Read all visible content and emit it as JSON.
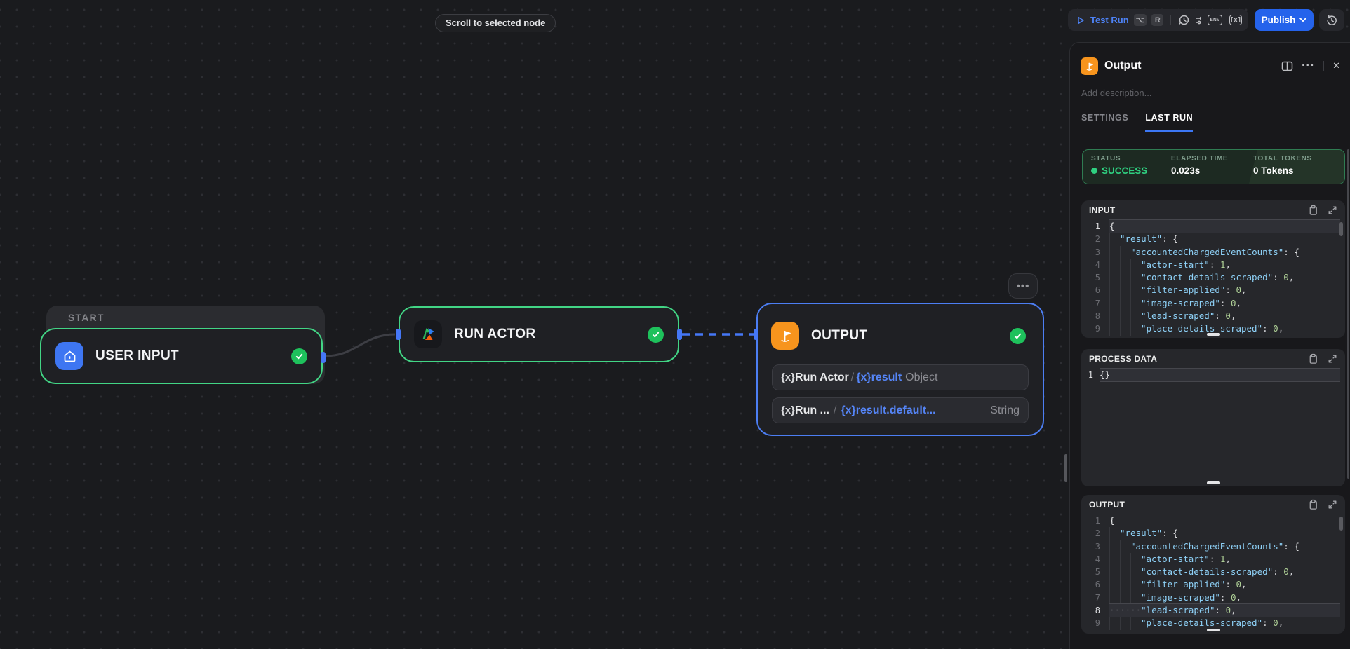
{
  "tooltip": {
    "label": "Scroll to selected node"
  },
  "toolbar": {
    "test_run_label": "Test Run",
    "shortcut_option": "⌥",
    "shortcut_key": "R",
    "env_label": "ENV",
    "fx_label": "[x]",
    "publish_label": "Publish"
  },
  "canvas": {
    "start_label": "START",
    "user_input_title": "USER INPUT",
    "run_actor_title": "RUN ACTOR",
    "output_title": "OUTPUT",
    "more_label": "•••",
    "mappings": [
      {
        "fx": "{x}",
        "source": "Run Actor",
        "sep": "/",
        "fx2": "{x}",
        "variable": "result",
        "type": "Object"
      },
      {
        "fx": "{x}",
        "source": "Run ...",
        "sep": "/",
        "fx2": "{x}",
        "variable": "result.default...",
        "type": "String"
      }
    ]
  },
  "panel": {
    "title": "Output",
    "description_placeholder": "Add description...",
    "tab_settings": "SETTINGS",
    "tab_last_run": "LAST RUN",
    "status": {
      "status_label": "STATUS",
      "status_value": "SUCCESS",
      "elapsed_label": "ELAPSED TIME",
      "elapsed_value": "0.023s",
      "tokens_label": "TOTAL TOKENS",
      "tokens_value": "0 Tokens"
    }
  },
  "code": {
    "input": {
      "title": "INPUT",
      "active_line": 1,
      "lines": [
        {
          "ind": 0,
          "t": [
            [
              "g1",
              "{"
            ]
          ]
        },
        {
          "ind": 1,
          "t": [
            [
              "tk",
              "\"result\""
            ],
            [
              "tw",
              ": "
            ],
            [
              "g2",
              "{"
            ]
          ]
        },
        {
          "ind": 2,
          "t": [
            [
              "tk",
              "\"accountedChargedEventCounts\""
            ],
            [
              "tw",
              ": "
            ],
            [
              "g3",
              "{"
            ]
          ]
        },
        {
          "ind": 3,
          "t": [
            [
              "tk",
              "\"actor-start\""
            ],
            [
              "tw",
              ": "
            ],
            [
              "tn",
              "1"
            ],
            [
              "tw",
              ","
            ]
          ]
        },
        {
          "ind": 3,
          "t": [
            [
              "tk",
              "\"contact-details-scraped\""
            ],
            [
              "tw",
              ": "
            ],
            [
              "tn",
              "0"
            ],
            [
              "tw",
              ","
            ]
          ]
        },
        {
          "ind": 3,
          "t": [
            [
              "tk",
              "\"filter-applied\""
            ],
            [
              "tw",
              ": "
            ],
            [
              "tn",
              "0"
            ],
            [
              "tw",
              ","
            ]
          ]
        },
        {
          "ind": 3,
          "t": [
            [
              "tk",
              "\"image-scraped\""
            ],
            [
              "tw",
              ": "
            ],
            [
              "tn",
              "0"
            ],
            [
              "tw",
              ","
            ]
          ]
        },
        {
          "ind": 3,
          "t": [
            [
              "tk",
              "\"lead-scraped\""
            ],
            [
              "tw",
              ": "
            ],
            [
              "tn",
              "0"
            ],
            [
              "tw",
              ","
            ]
          ]
        },
        {
          "ind": 3,
          "t": [
            [
              "tk",
              "\"place-details-scraped\""
            ],
            [
              "tw",
              ": "
            ],
            [
              "tn",
              "0"
            ],
            [
              "tw",
              ","
            ]
          ]
        }
      ]
    },
    "process": {
      "title": "PROCESS DATA",
      "active_line": 1,
      "lines": [
        {
          "ind": 0,
          "t": [
            [
              "g1",
              "{}"
            ]
          ]
        }
      ]
    },
    "output": {
      "title": "OUTPUT",
      "active_line": 8,
      "lines": [
        {
          "ind": 0,
          "t": [
            [
              "g1",
              "{"
            ]
          ]
        },
        {
          "ind": 1,
          "t": [
            [
              "tk",
              "\"result\""
            ],
            [
              "tw",
              ": "
            ],
            [
              "g2",
              "{"
            ]
          ]
        },
        {
          "ind": 2,
          "t": [
            [
              "tk",
              "\"accountedChargedEventCounts\""
            ],
            [
              "tw",
              ": "
            ],
            [
              "g3",
              "{"
            ]
          ]
        },
        {
          "ind": 3,
          "t": [
            [
              "tk",
              "\"actor-start\""
            ],
            [
              "tw",
              ": "
            ],
            [
              "tn",
              "1"
            ],
            [
              "tw",
              ","
            ]
          ]
        },
        {
          "ind": 3,
          "t": [
            [
              "tk",
              "\"contact-details-scraped\""
            ],
            [
              "tw",
              ": "
            ],
            [
              "tn",
              "0"
            ],
            [
              "tw",
              ","
            ]
          ]
        },
        {
          "ind": 3,
          "t": [
            [
              "tk",
              "\"filter-applied\""
            ],
            [
              "tw",
              ": "
            ],
            [
              "tn",
              "0"
            ],
            [
              "tw",
              ","
            ]
          ]
        },
        {
          "ind": 3,
          "t": [
            [
              "tk",
              "\"image-scraped\""
            ],
            [
              "tw",
              ": "
            ],
            [
              "tn",
              "0"
            ],
            [
              "tw",
              ","
            ]
          ]
        },
        {
          "ind": 3,
          "ws": true,
          "t": [
            [
              "tk",
              "\"lead-scraped\""
            ],
            [
              "tw",
              ": "
            ],
            [
              "tn",
              "0"
            ],
            [
              "tw",
              ","
            ]
          ]
        },
        {
          "ind": 3,
          "t": [
            [
              "tk",
              "\"place-details-scraped\""
            ],
            [
              "tw",
              ": "
            ],
            [
              "tn",
              "0"
            ],
            [
              "tw",
              ","
            ]
          ]
        }
      ]
    }
  }
}
